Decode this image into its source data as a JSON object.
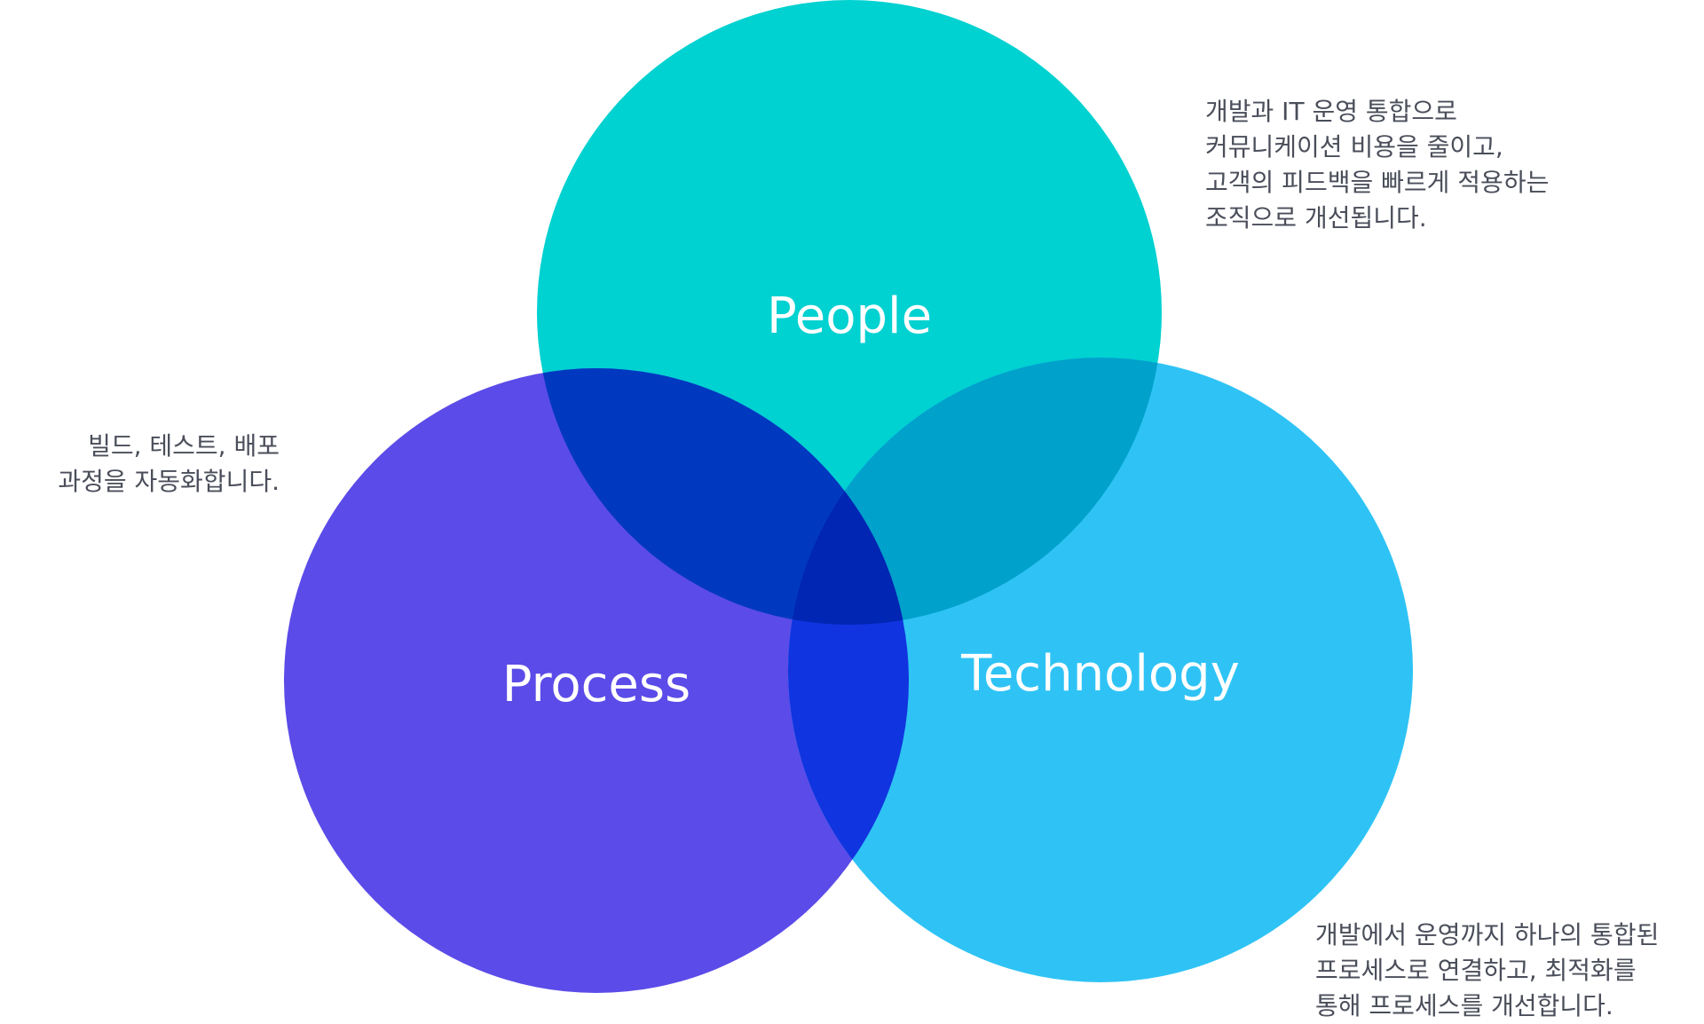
{
  "circles": [
    {
      "id": "people",
      "label": "People",
      "color": "#00D1D1"
    },
    {
      "id": "process",
      "label": "Process",
      "color": "#5B4BE8"
    },
    {
      "id": "technology",
      "label": "Technology",
      "color": "#2FC3F5"
    }
  ],
  "overlap_colors": {
    "people_process": "#0039C0",
    "people_technology": "#00A1CB",
    "process_technology": "#1034DF",
    "all_three": "#0026B3"
  },
  "notes": {
    "people": [
      "개발과 IT 운영 통합으로",
      "커뮤니케이션 비용을 줄이고,",
      "고객의 피드백을 빠르게 적용하는",
      "조직으로 개선됩니다."
    ],
    "process": [
      "빌드, 테스트, 배포",
      "과정을 자동화합니다."
    ],
    "technology": [
      "개발에서 운영까지 하나의 통합된",
      "프로세스로 연결하고, 최적화를",
      "통해 프로세스를 개선합니다."
    ]
  },
  "note_color": "#4A4E5A"
}
